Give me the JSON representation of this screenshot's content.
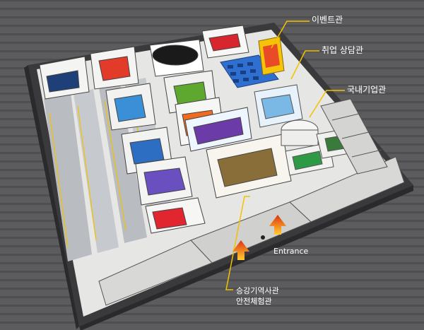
{
  "labels": {
    "event_hall": "이벤트관",
    "job_consulting": "취업 상담관",
    "domestic_company": "국내기업관",
    "entrance": "Entrance",
    "history_line1": "승강기역사관",
    "history_line2": "안전체험관"
  },
  "colors": {
    "background": "#5a5a5c",
    "floor": "#e6e6e4",
    "walls": "#2b2b2d",
    "leader_lines": "#f2c200",
    "arrows": "#e8501b"
  }
}
